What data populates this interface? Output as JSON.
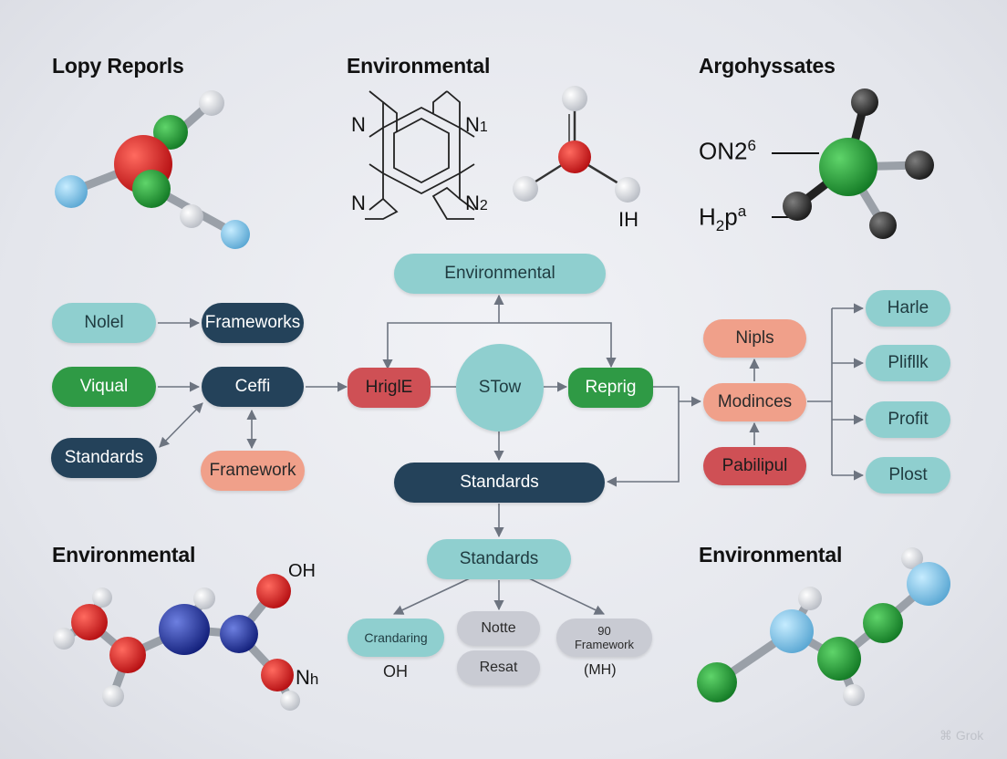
{
  "headings": {
    "top_left": "Lopy Reporls",
    "top_center": "Environmental",
    "top_right": "Argohyssates",
    "bottom_left": "Environmental",
    "bottom_right": "Environmental"
  },
  "structure_labels": {
    "n_top_left": "N",
    "n_top_right": "N",
    "n_top_right_sub": "1",
    "n_bottom_left": "N",
    "n_bottom_right": "N",
    "n_bottom_right_sub": "2",
    "water_label": "IH"
  },
  "formulas": {
    "top_main": "ON",
    "top_sub": "2",
    "top_sup": "6",
    "bottom_main": "H",
    "bottom_sub": "2",
    "bottom_rest": "p",
    "bottom_sup": "a"
  },
  "molecule_labels": {
    "oh": "OH",
    "nh": "N",
    "nh_tail": "h"
  },
  "flow": {
    "top": "Environmental",
    "center": "STow",
    "left_red": "HriglE",
    "right_green": "Reprig",
    "standards_main": "Standards",
    "standards_sub": "Standards"
  },
  "left_cluster": {
    "nolel": "Nolel",
    "frameworks": "Frameworks",
    "viqual": "Viqual",
    "ceffi": "Ceffi",
    "standards": "Standards",
    "framework": "Framework"
  },
  "right_cluster": {
    "nipls": "Nipls",
    "modinces": "Modinces",
    "pabilipul": "Pabilipul",
    "outputs": [
      "Harle",
      "Plifllk",
      "Profit",
      "Plost"
    ]
  },
  "bottom_cluster": {
    "crandaring": "Crandaring",
    "crandaring_label": "OH",
    "notte": "Notte",
    "resat": "Resat",
    "framework_90_top": "90",
    "framework_90_bottom": "Framework",
    "framework_90_label": "(MH)"
  },
  "watermark": "Grok",
  "colors": {
    "teal": "#8fcfcf",
    "navy": "#24425a",
    "green": "#2f9a45",
    "red": "#cf5055",
    "salmon": "#f0a08a",
    "grey": "#c9cbd3"
  }
}
